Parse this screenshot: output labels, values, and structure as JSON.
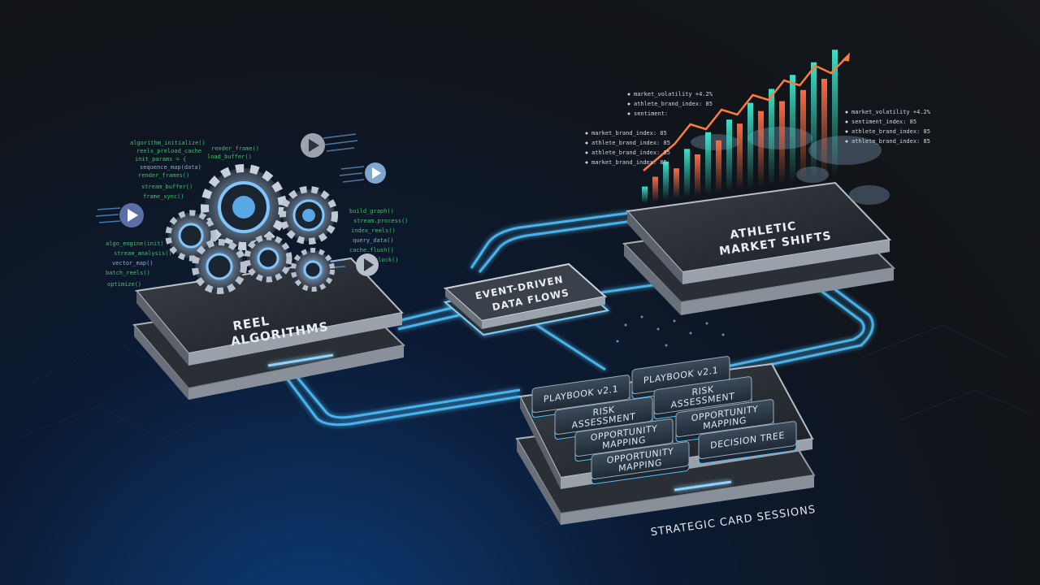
{
  "nodes": {
    "reel": {
      "label_line1": "REEL",
      "label_line2": "ALGORITHMS"
    },
    "event": {
      "label_line1": "EVENT-DRIVEN",
      "label_line2": "DATA FLOWS"
    },
    "market": {
      "label_line1": "ATHLETIC",
      "label_line2": "MARKET SHIFTS"
    },
    "cards": {
      "caption": "STRATEGIC CARD SESSIONS"
    }
  },
  "strategy_cards": [
    {
      "line1": "PLAYBOOK v2.1",
      "line2": ""
    },
    {
      "line1": "RISK",
      "line2": "ASSESSMENT"
    },
    {
      "line1": "OPPORTUNITY",
      "line2": "MAPPING"
    },
    {
      "line1": "OPPORTUNITY",
      "line2": "MAPPING"
    },
    {
      "line1": "PLAYBOOK v2.1",
      "line2": ""
    },
    {
      "line1": "RISK",
      "line2": "ASSESSMENT"
    },
    {
      "line1": "OPPORTUNITY",
      "line2": "MAPPING"
    },
    {
      "line1": "DECISION TREE",
      "line2": ""
    }
  ],
  "market_annotations": {
    "left": [
      "market_volatility +4.2%",
      "athlete_brand_index: 85",
      "sentiment:",
      "market_brand_index: 85",
      "athlete_brand_index: 85",
      "athlete_brand_index: 85",
      "market_brand_index: 85"
    ],
    "right": [
      "market_volatility +4.2%",
      "sentiment_index: 85",
      "athlete_brand_index: 85",
      "athlete_brand_index: 85"
    ]
  },
  "chart_data": {
    "type": "bar",
    "title": "",
    "xlabel": "",
    "ylabel": "",
    "values": [
      12,
      18,
      28,
      22,
      35,
      30,
      45,
      38,
      52,
      48,
      62,
      55,
      70,
      60,
      78,
      66,
      85,
      72,
      92
    ],
    "trend": [
      20,
      30,
      40,
      55,
      50,
      65,
      60,
      75,
      70,
      85,
      80,
      95,
      88,
      100
    ],
    "ylim": [
      0,
      100
    ],
    "grid": false
  },
  "colors": {
    "flow_line": "#4fc3ff",
    "accent_orange": "#ff7a3d",
    "accent_teal": "#3ee0c8",
    "code_green": "#3fbf6f"
  }
}
